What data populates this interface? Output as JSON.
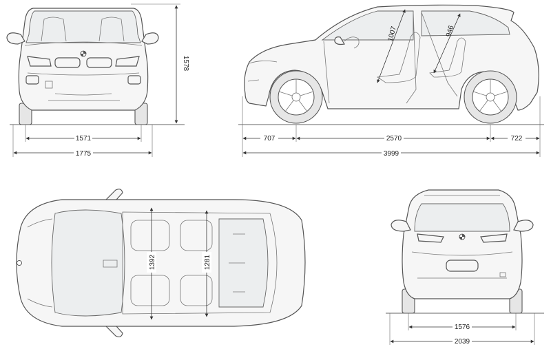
{
  "dimensions": {
    "front_height": "1578",
    "front_track": "1571",
    "front_width": "1775",
    "side_front_overhang": "707",
    "side_wheelbase": "2570",
    "side_rear_overhang": "722",
    "side_length": "3999",
    "side_front_headroom": "1007",
    "side_rear_headroom": "946",
    "top_front_shoulder": "1392",
    "top_rear_shoulder": "1281",
    "rear_track": "1576",
    "rear_width_mirrors": "2039"
  },
  "icons": {
    "brand_logo": "bmw-roundel-icon"
  },
  "colors": {
    "line": "#333333",
    "body_fill": "#f6f6f6",
    "glass_fill": "#eceeef"
  }
}
